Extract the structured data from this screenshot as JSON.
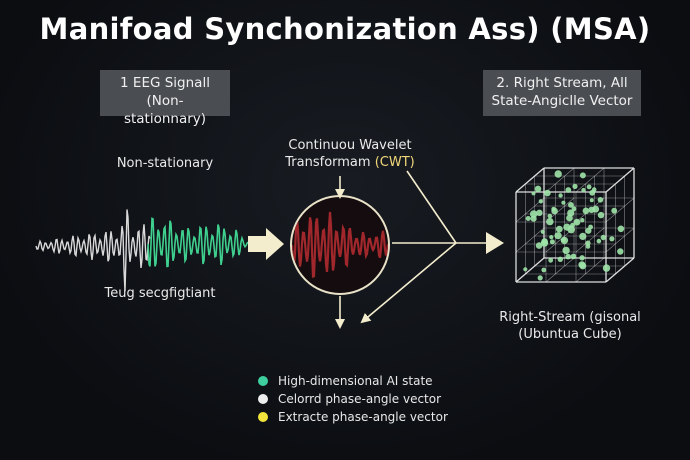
{
  "title": "Manifoad Synchonization Ass) (MSA)",
  "box_left": {
    "line1": "1  EEG Signall",
    "line2": "(Non-stationnary)"
  },
  "box_right": {
    "line1": "2. Right Stream, All",
    "line2": "State-Angiclle Vector"
  },
  "signal": {
    "top_label": "Non-stationary",
    "bottom_label": "Teug secgfigtiant",
    "color_white": "#d9d9d9",
    "color_green": "#3fcf8e"
  },
  "cwt": {
    "line1": "Continuou Wavelet",
    "line2_prefix": "Transformam ",
    "line2_accent": "(CWT)",
    "wave_color": "#a0282c",
    "accent_color": "#f2d77a"
  },
  "cube": {
    "line1": "Right-Stream (gisonal",
    "line2": "(Ubuntua Cube)",
    "node_color": "#9fe3a8"
  },
  "legend": [
    {
      "text": "High-dimensional AI state",
      "color": "#3fcf9f"
    },
    {
      "text": "Celorrd phase-angle vector",
      "color": "#eeeeee"
    },
    {
      "text": "Extracte phase-angle vector",
      "color": "#f2e43a"
    }
  ],
  "colors": {
    "arrow": "#f3eccd",
    "background": "#0c0f13",
    "box": "#4a4d52"
  },
  "icons": [
    "right-arrow-icon",
    "down-arrow-icon",
    "left-arrow-icon"
  ]
}
